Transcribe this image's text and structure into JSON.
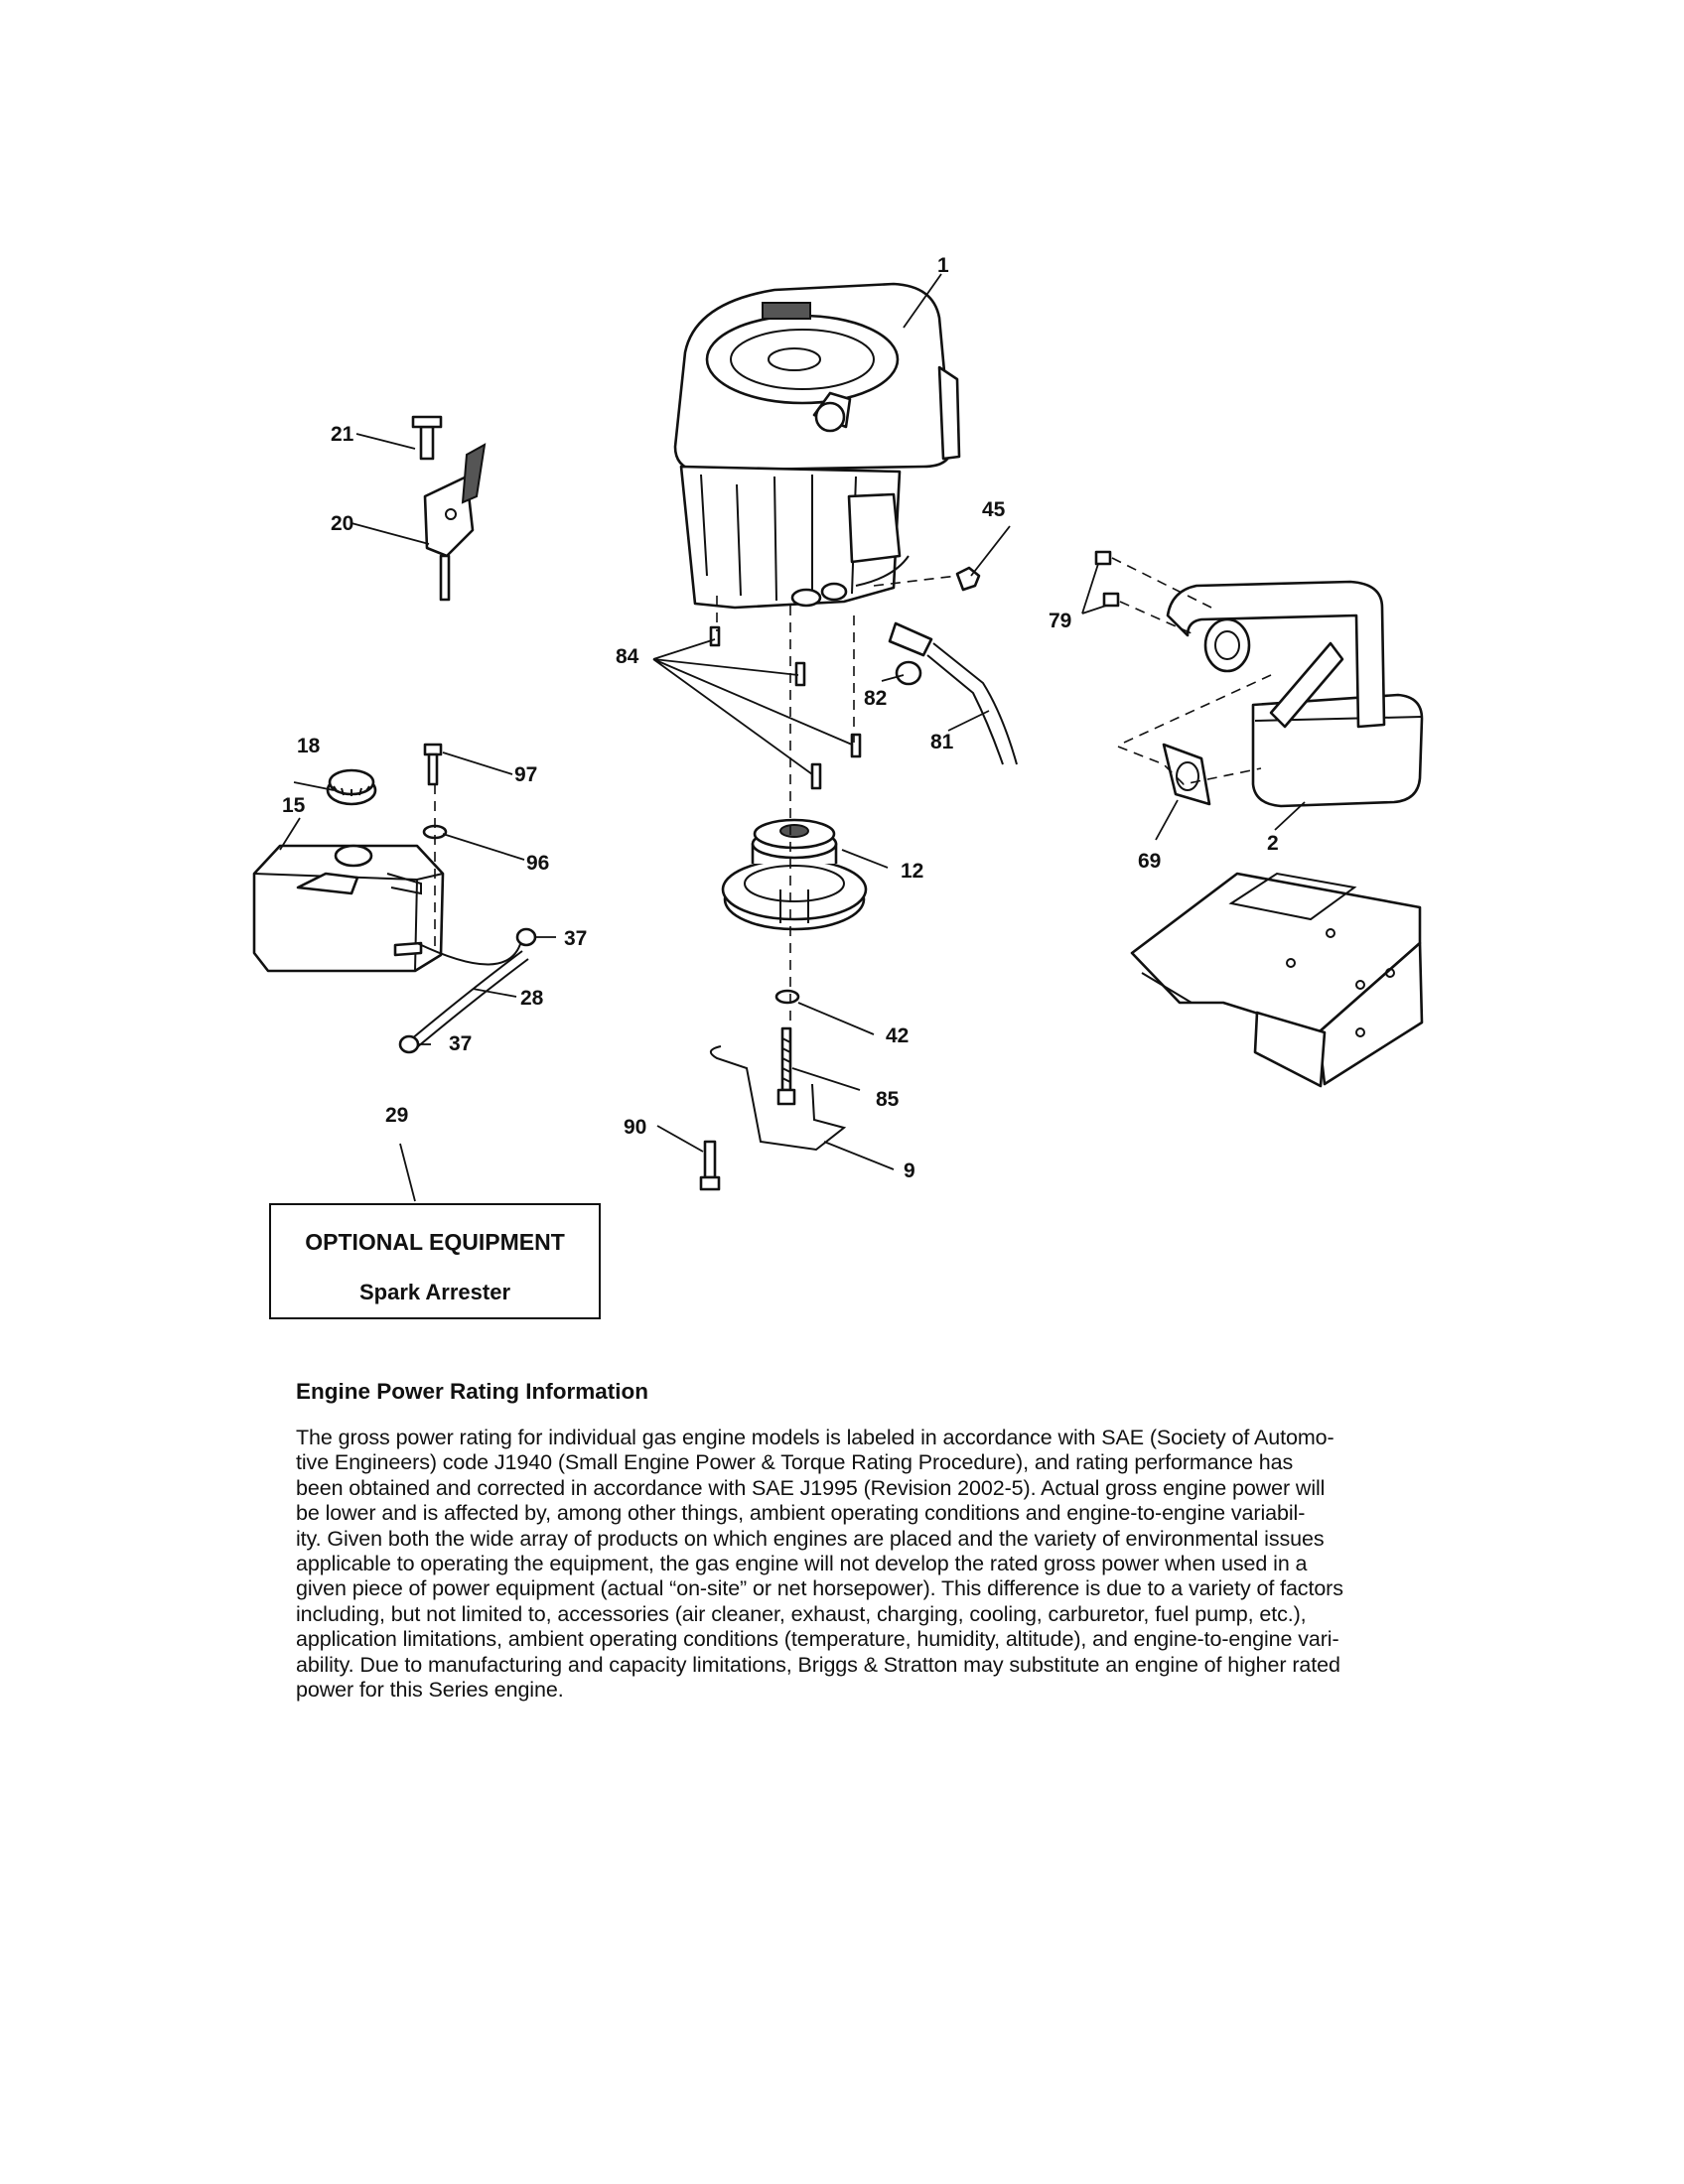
{
  "callouts": {
    "c1": "1",
    "c2": "2",
    "c9": "9",
    "c12": "12",
    "c15": "15",
    "c18": "18",
    "c20": "20",
    "c21": "21",
    "c28": "28",
    "c29": "29",
    "c37a": "37",
    "c37b": "37",
    "c42": "42",
    "c45": "45",
    "c69": "69",
    "c79": "79",
    "c81": "81",
    "c82": "82",
    "c84": "84",
    "c85": "85",
    "c90": "90",
    "c96": "96",
    "c97": "97"
  },
  "optional_equipment": {
    "title": "OPTIONAL EQUIPMENT",
    "item": "Spark Arrester"
  },
  "engine_info": {
    "heading": "Engine Power Rating Information",
    "lines": [
      "The gross power rating for individual gas engine models is labeled in accordance with SAE (Society of Automo-",
      "tive Engineers) code J1940 (Small Engine Power & Torque Rating Procedure), and rating performance has",
      "been obtained and corrected in accordance with SAE J1995 (Revision 2002-5).  Actual gross engine power will",
      "be lower and is affected by, among other things, ambient operating conditions and engine-to-engine variabil-",
      "ity.  Given both the wide array of products on which engines are placed and the variety of environmental issues",
      "applicable to operating the equipment, the gas engine will not develop the rated gross power when used in a",
      "given piece of power equipment (actual “on-site” or net horsepower).  This difference is due to a variety of factors",
      "including, but not limited to, accessories (air cleaner, exhaust, charging, cooling, carburetor, fuel pump, etc.),",
      "application limitations, ambient operating conditions (temperature, humidity, altitude), and engine-to-engine vari-",
      "ability.  Due to manufacturing and capacity limitations, Briggs & Stratton may substitute an engine of higher rated",
      "power for this Series engine."
    ]
  }
}
